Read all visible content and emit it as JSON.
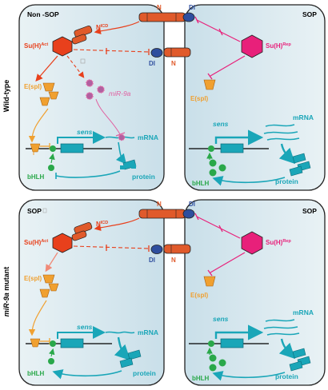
{
  "rows": [
    {
      "label": "Wild-type",
      "left_cell": {
        "title": "Non -SOP",
        "notch_icd": "N",
        "notch_icd_sup": "ICD",
        "suh_act": "Su(H)",
        "suh_act_sup": "Act",
        "espl": "E(spl)",
        "mir": "miR-9a",
        "sens": "sens",
        "mrna": "mRNA",
        "protein": "protein",
        "bhlh": "bHLH"
      },
      "right_cell": {
        "title": "SOP",
        "suh_rep": "Su(H)",
        "suh_rep_sup": "Rep",
        "espl": "E(spl)",
        "sens": "sens",
        "mrna": "mRNA",
        "protein": "protein",
        "bhlh": "bHLH"
      },
      "junction": {
        "n_top": "N",
        "dl_top": "Dl",
        "dl_bottom": "Dl",
        "n_bottom": "N"
      }
    },
    {
      "label": "miR-9a mutant",
      "label_italic_part": "miR-9a",
      "label_rest": " mutant",
      "left_cell": {
        "title": "SOP",
        "notch_icd": "N",
        "notch_icd_sup": "ICD",
        "suh_act": "Su(H)",
        "suh_act_sup": "Act",
        "espl": "E(spl)",
        "sens": "sens",
        "mrna": "mRNA",
        "protein": "protein",
        "bhlh": "bHLH"
      },
      "right_cell": {
        "title": "SOP",
        "suh_rep": "Su(H)",
        "suh_rep_sup": "Rep",
        "espl": "E(spl)",
        "sens": "sens",
        "mrna": "mRNA",
        "protein": "protein",
        "bhlh": "bHLH"
      },
      "junction": {
        "n_top": "N",
        "dl_top": "Dl",
        "dl_bottom": "Dl",
        "n_bottom": "N"
      }
    }
  ],
  "colors": {
    "cell_fill": "#d3e6ee",
    "cell_stroke": "#222222",
    "notch": "#e05a2b",
    "delta": "#2e4e9e",
    "suh_act": "#e8401c",
    "suh_rep": "#e8207a",
    "espl": "#f0a030",
    "mir": "#e060a0",
    "sens": "#1aa6b8",
    "bhlh": "#2aa84a",
    "dna": "#000000"
  }
}
